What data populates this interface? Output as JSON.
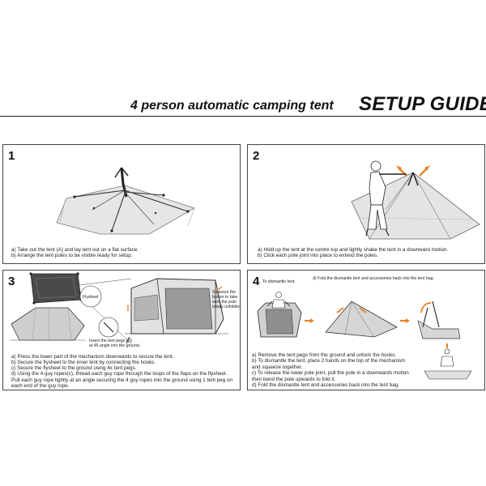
{
  "header": {
    "subtitle": "4 person automatic camping tent",
    "title": "SETUP GUIDE"
  },
  "steps": [
    {
      "number": "1",
      "lines": [
        "a) Take out the tent (A) and lay tent out on a flat surface.",
        "b) Arrange the tent poles to be visible ready for setup."
      ]
    },
    {
      "number": "2",
      "lines": [
        "a) Hold up the tent at the centre top and lightly shake the tent in a downward motion.",
        "b) Click each pole joint into place to extend the poles."
      ]
    },
    {
      "number": "3",
      "labels": {
        "flysheet": "Flysheet",
        "squeeze": [
          "Squeeze the",
          "button to take",
          "sure the pole",
          "totally unfolded"
        ],
        "pegs": [
          "Insert the tent pegs (D)",
          "at 45 angle into the ground."
        ]
      },
      "lines": [
        "a) Press the lower part of the mechanism downwards to secure the tent.",
        "b) Secure the flysheet to the inner tent by connecting the hooks.",
        "c) Secure the flysheet to the ground using 4x tent pegs.",
        "d) Using the 4 guy ropes(c), thread each guy rope through the loops of the flaps on the flysheet. Pull each guy rope tightly at an angle securing the 4 guy ropes into the ground using 1 tent peg on each end of the guy rope."
      ]
    },
    {
      "number": "4",
      "labels": {
        "dismantle": "To dismantle tent:",
        "fold": "d) Fold the dismantle tent and accessories back into the tent bag."
      },
      "lines": [
        "a) Remove the tent pegs from the ground and unlock the hooks.",
        "b) To dismantle the tent, place 2 hands on the top of the mechanism and squeeze together.",
        "c) To release the lower pole joint, pull the pole in a downwards motion then bend the pole upwards to fold it.",
        "d) Fold the dismantle tent and accessories back into the tent bag."
      ]
    }
  ],
  "colors": {
    "arrow": "#e8832a",
    "tent_grey": "#d9d9d9",
    "tent_dark": "#8a8a8a",
    "groundsheet": "#e6e6e6"
  }
}
